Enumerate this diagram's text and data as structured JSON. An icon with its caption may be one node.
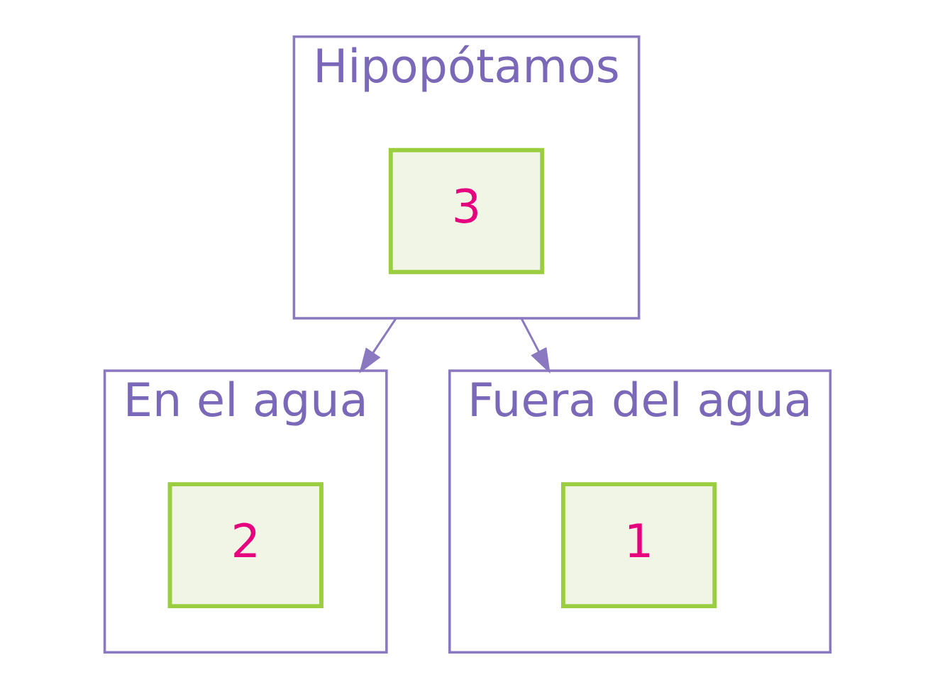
{
  "diagram": {
    "nodes": [
      {
        "text": [
          "Hipopótamos"
        ]
      },
      {
        "text": [
          "3"
        ],
        "in": 0
      },
      {
        "text": [
          "En el agua"
        ]
      },
      {
        "text": [
          "2"
        ],
        "in": 2
      },
      {
        "text": [
          "Fuera del agua"
        ]
      },
      {
        "text": [
          "1"
        ],
        "in": 4
      }
    ],
    "edges": [
      {
        "from": 0,
        "to": 2,
        "arrow": "to"
      },
      {
        "from": 0,
        "to": 4,
        "arrow": "to"
      }
    ]
  }
}
